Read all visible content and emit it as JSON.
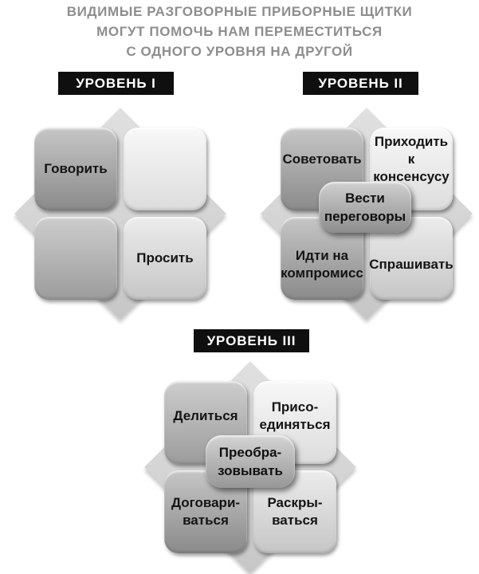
{
  "title": {
    "lines": [
      "ВИДИМЫЕ РАЗГОВОРНЫЕ ПРИБОРНЫЕ ЩИТКИ",
      "МОГУТ ПОМОЧЬ НАМ ПЕРЕМЕСТИТЬСЯ",
      "С ОДНОГО УРОВНЯ НА ДРУГОЙ"
    ]
  },
  "colors": {
    "title_text": "#8e8e8e",
    "header_bg": "#0f0f0f",
    "header_text": "#ffffff",
    "label_text": "#141414",
    "diamond_bg": "#d6d6d6",
    "square_dark": "#8a8a8a",
    "square_light": "#ebebeb"
  },
  "levels": [
    {
      "header": "УРОВЕНЬ I",
      "cells": {
        "top_left": "Говорить",
        "top_right": "",
        "bottom_left": "",
        "bottom_right": "Просить"
      },
      "center": null
    },
    {
      "header": "УРОВЕНЬ II",
      "cells": {
        "top_left": "Советовать",
        "top_right": "Приходить\nк консенсусу",
        "bottom_left": "Идти на\nкомпромисс",
        "bottom_right": "Спрашивать"
      },
      "center": "Вести\nпереговоры"
    },
    {
      "header": "УРОВЕНЬ III",
      "cells": {
        "top_left": "Делиться",
        "top_right": "Присо-\nединяться",
        "bottom_left": "Договари-\nваться",
        "bottom_right": "Раскры-\nваться"
      },
      "center": "Преобра-\nзовывать"
    }
  ]
}
